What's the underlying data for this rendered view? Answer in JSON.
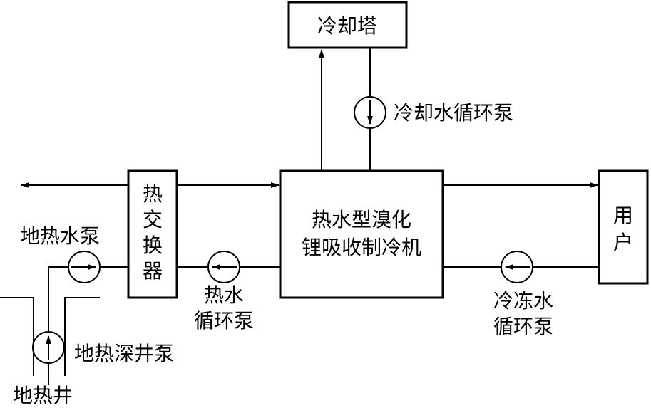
{
  "components": {
    "cooling_tower": "冷却塔",
    "heat_exchanger": [
      "热",
      "交",
      "换",
      "器"
    ],
    "chiller": [
      "热水型溴化",
      "锂吸收制冷机"
    ],
    "user": [
      "用",
      "户"
    ]
  },
  "pumps": {
    "cooling_water_pump": "冷却水循环泵",
    "geothermal_water_pump": "地热水泵",
    "hot_water_circulation_pump": [
      "热水",
      "循环泵"
    ],
    "chilled_water_circulation_pump": [
      "冷冻水",
      "循环泵"
    ],
    "geothermal_deep_well_pump": "地热深井泵"
  },
  "well": "地热井"
}
